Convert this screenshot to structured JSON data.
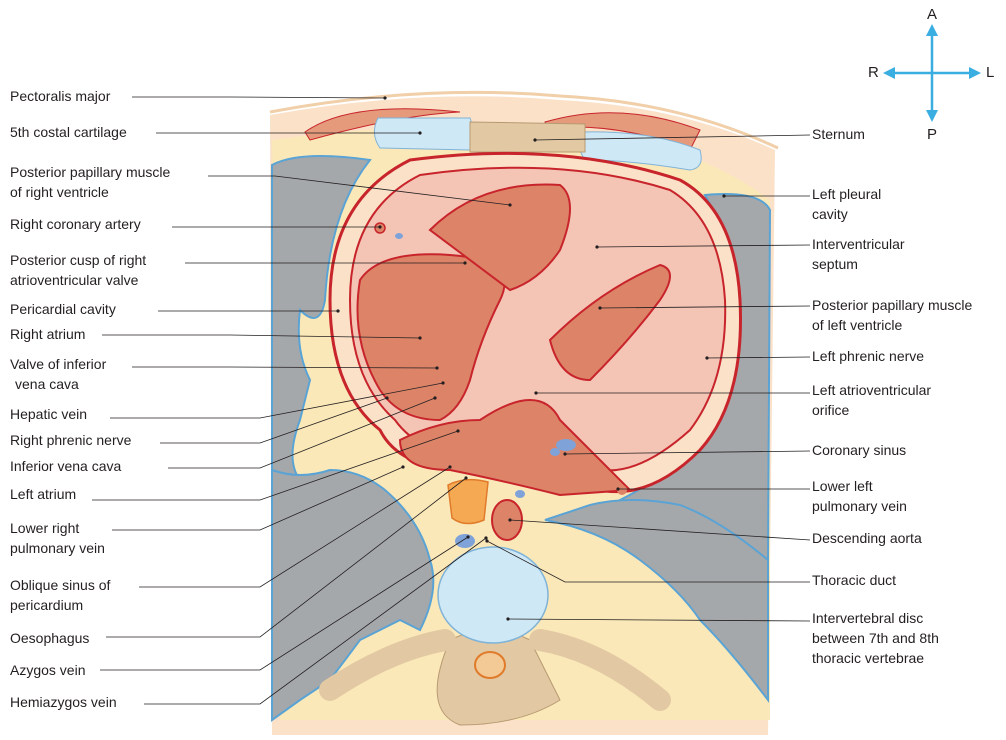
{
  "orientation": {
    "anterior": "A",
    "posterior": "P",
    "right": "R",
    "left": "L",
    "arrow_color": "#3aaee0"
  },
  "colors": {
    "heart": "#dd8468",
    "heart_outline": "#c8242b",
    "lung": "#a5a8ab",
    "fat": "#fbe8b8",
    "skin": "#fbe1c8",
    "cartilage": "#cfe8f6",
    "bone": "#e2c9a3",
    "vein": "#7fa3d8",
    "leader": "#231f20"
  },
  "labels_left": [
    {
      "id": "pectoralis-major",
      "lines": [
        "Pectoralis major"
      ]
    },
    {
      "id": "costal-cartilage",
      "lines": [
        "5th costal cartilage"
      ]
    },
    {
      "id": "post-papillary-rv",
      "lines": [
        "Posterior papillary muscle",
        "of right ventricle"
      ]
    },
    {
      "id": "right-coronary-artery",
      "lines": [
        "Right coronary artery"
      ]
    },
    {
      "id": "posterior-cusp",
      "lines": [
        "Posterior cusp of right",
        "atrioventricular valve"
      ]
    },
    {
      "id": "pericardial-cavity",
      "lines": [
        "Pericardial cavity"
      ]
    },
    {
      "id": "right-atrium",
      "lines": [
        "Right atrium"
      ]
    },
    {
      "id": "valve-ivc",
      "lines": [
        "Valve of inferior",
        "vena cava"
      ]
    },
    {
      "id": "hepatic-vein",
      "lines": [
        "Hepatic vein"
      ]
    },
    {
      "id": "right-phrenic-nerve",
      "lines": [
        "Right phrenic nerve"
      ]
    },
    {
      "id": "inferior-vena-cava",
      "lines": [
        "Inferior vena cava"
      ]
    },
    {
      "id": "left-atrium",
      "lines": [
        "Left atrium"
      ]
    },
    {
      "id": "lower-right-pulmonary-vein",
      "lines": [
        "Lower right",
        "pulmonary vein"
      ]
    },
    {
      "id": "oblique-sinus",
      "lines": [
        "Oblique sinus of",
        "pericardium"
      ]
    },
    {
      "id": "oesophagus",
      "lines": [
        "Oesophagus"
      ]
    },
    {
      "id": "azygos-vein",
      "lines": [
        "Azygos vein"
      ]
    },
    {
      "id": "hemiazygos-vein",
      "lines": [
        "Hemiazygos vein"
      ]
    }
  ],
  "labels_right": [
    {
      "id": "sternum",
      "lines": [
        "Sternum"
      ]
    },
    {
      "id": "left-pleural-cavity",
      "lines": [
        "Left pleural",
        "cavity"
      ]
    },
    {
      "id": "interventricular-septum",
      "lines": [
        "Interventricular",
        "septum"
      ]
    },
    {
      "id": "post-papillary-lv",
      "lines": [
        "Posterior papillary muscle",
        "of left ventricle"
      ]
    },
    {
      "id": "left-phrenic-nerve",
      "lines": [
        "Left phrenic nerve"
      ]
    },
    {
      "id": "left-av-orifice",
      "lines": [
        "Left atrioventricular",
        "orifice"
      ]
    },
    {
      "id": "coronary-sinus",
      "lines": [
        "Coronary sinus"
      ]
    },
    {
      "id": "lower-left-pulmonary-vein",
      "lines": [
        "Lower left",
        "pulmonary vein"
      ]
    },
    {
      "id": "descending-aorta",
      "lines": [
        "Descending aorta"
      ]
    },
    {
      "id": "thoracic-duct",
      "lines": [
        "Thoracic duct"
      ]
    },
    {
      "id": "intervertebral-disc",
      "lines": [
        "Intervertebral disc",
        "between 7th and 8th",
        "thoracic vertebrae"
      ]
    }
  ]
}
